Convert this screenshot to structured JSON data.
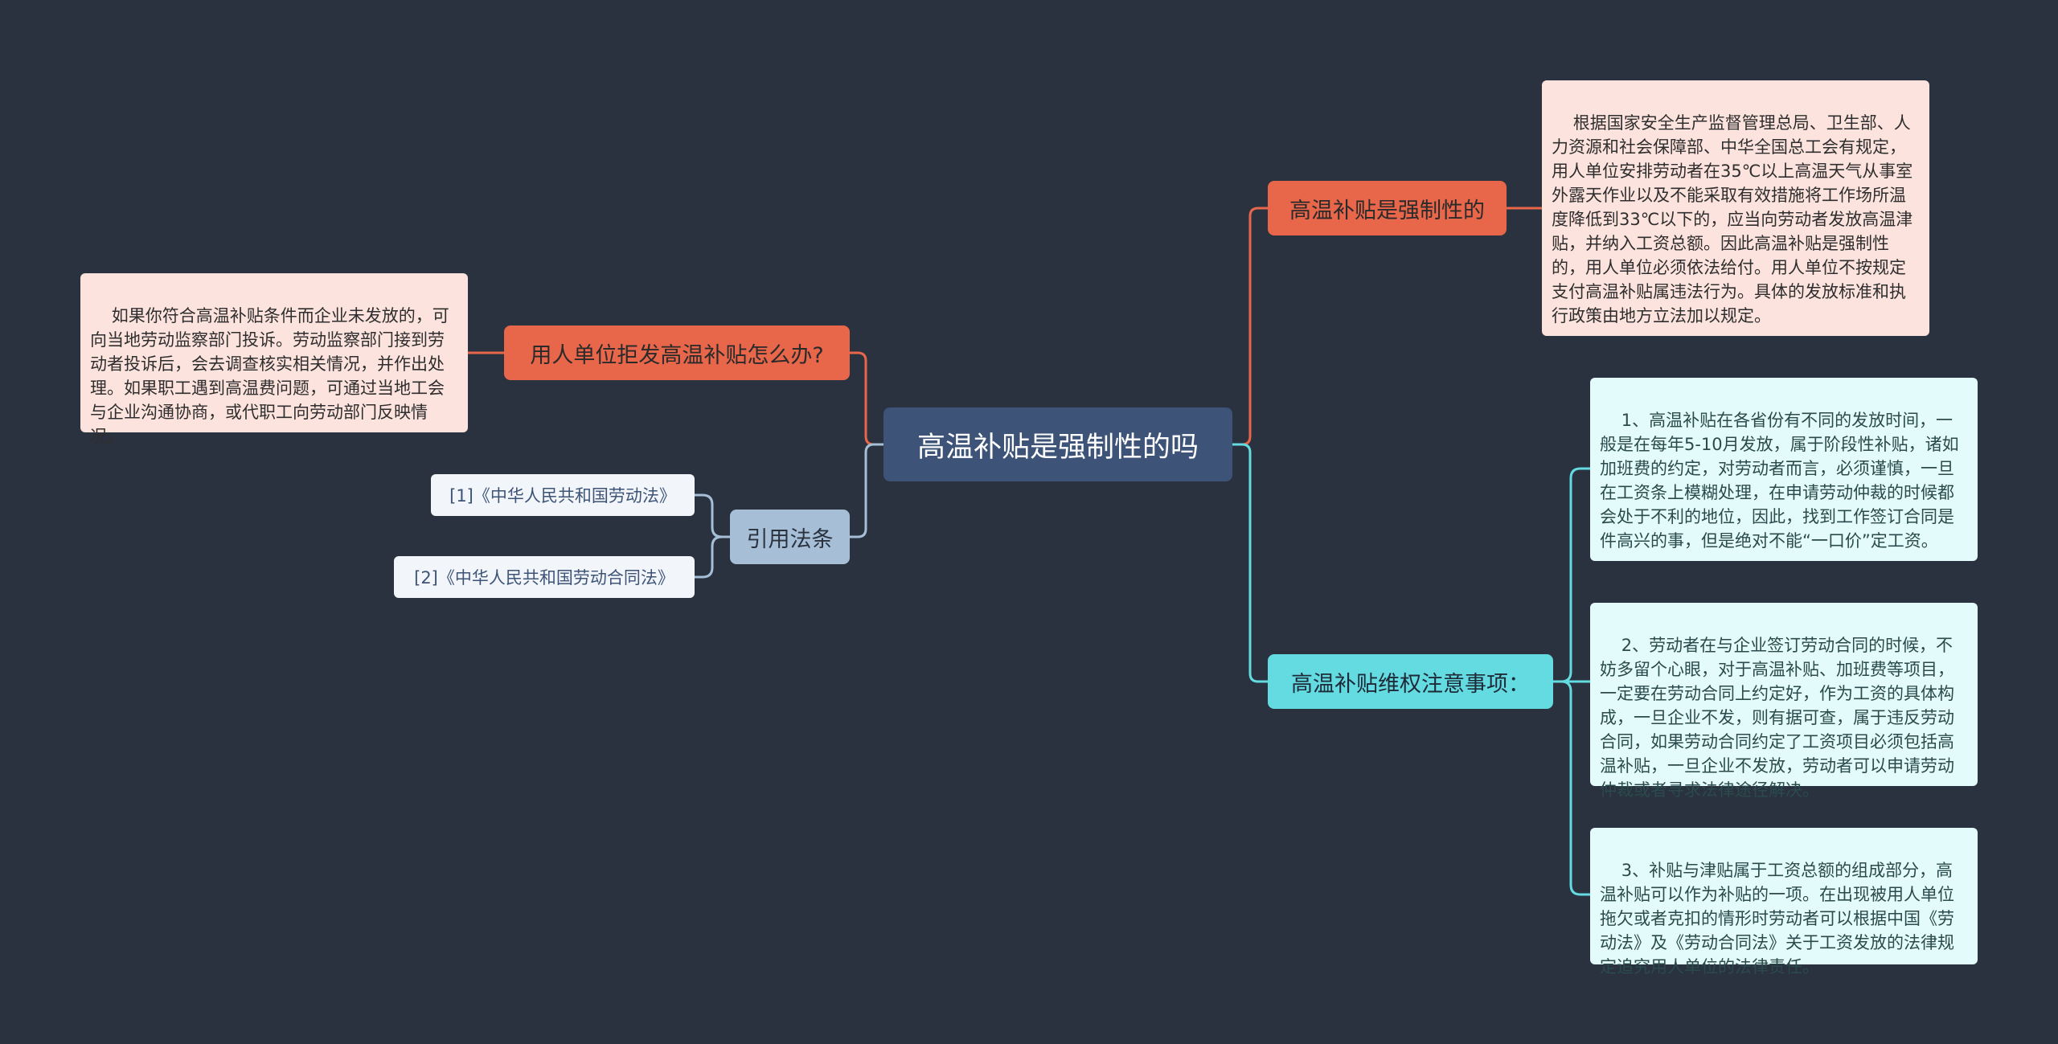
{
  "mindmap": {
    "root": "高温补贴是强制性的吗",
    "right": [
      {
        "label": "高温补贴是强制性的",
        "note": "根据国家安全生产监督管理总局、卫生部、人力资源和社会保障部、中华全国总工会有规定，用人单位安排劳动者在35℃以上高温天气从事室外露天作业以及不能采取有效措施将工作场所温度降低到33℃以下的，应当向劳动者发放高温津贴，并纳入工资总额。因此高温补贴是强制性的，用人单位必须依法给付。用人单位不按规定支付高温补贴属违法行为。具体的发放标准和执行政策由地方立法加以规定。"
      },
      {
        "label": "高温补贴维权注意事项：",
        "notes": [
          "1、高温补贴在各省份有不同的发放时间，一般是在每年5-10月发放，属于阶段性补贴，诸如加班费的约定，对劳动者而言，必须谨慎，一旦在工资条上模糊处理，在申请劳动仲裁的时候都会处于不利的地位，因此，找到工作签订合同是件高兴的事，但是绝对不能“一口价”定工资。",
          "2、劳动者在与企业签订劳动合同的时候，不妨多留个心眼，对于高温补贴、加班费等项目，一定要在劳动合同上约定好，作为工资的具体构成，一旦企业不发，则有据可查，属于违反劳动合同，如果劳动合同约定了工资项目必须包括高温补贴，一旦企业不发放，劳动者可以申请劳动仲裁或者寻求法律途径解决。",
          "3、补贴与津贴属于工资总额的组成部分，高温补贴可以作为补贴的一项。在出现被用人单位拖欠或者克扣的情形时劳动者可以根据中国《劳动法》及《劳动合同法》关于工资发放的法律规定追究用人单位的法律责任。"
        ]
      }
    ],
    "left": [
      {
        "label": "用人单位拒发高温补贴怎么办?",
        "note": "如果你符合高温补贴条件而企业未发放的，可向当地劳动监察部门投诉。劳动监察部门接到劳动者投诉后，会去调查核实相关情况，并作出处理。如果职工遇到高温费问题，可通过当地工会与企业沟通协商，或代职工向劳动部门反映情况。"
      },
      {
        "label": "引用法条",
        "refs": [
          "[1]《中华人民共和国劳动法》",
          "[2]《中华人民共和国劳动合同法》"
        ]
      }
    ]
  },
  "colors": {
    "background": "#2a3240",
    "root": "#3d5478",
    "orange_branch": "#e8664a",
    "law_branch": "#a6bfd6",
    "cyan_branch": "#63dbe0",
    "peach_note": "#fde3dd",
    "cyan_note": "#e4fbfb"
  }
}
